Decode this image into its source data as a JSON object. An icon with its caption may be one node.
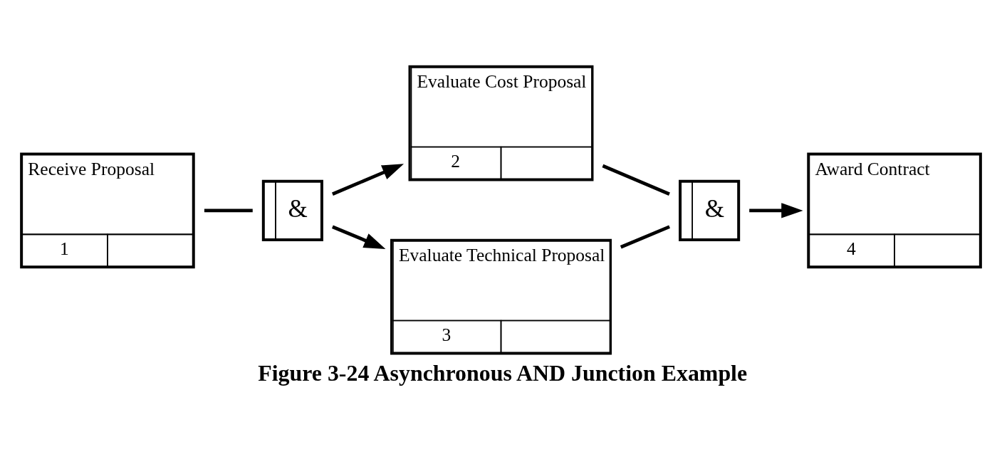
{
  "diagram": {
    "caption": "Figure 3-24 Asynchronous AND Junction Example",
    "nodes": [
      {
        "text": [
          "Receive Proposal",
          "1"
        ]
      },
      {
        "text": [
          "&"
        ]
      },
      {
        "text": [
          "Evaluate Cost Proposal",
          "2"
        ]
      },
      {
        "text": [
          "Evaluate Technical Proposal",
          "3"
        ]
      },
      {
        "text": [
          "&"
        ]
      },
      {
        "text": [
          "Award Contract",
          "4"
        ]
      }
    ],
    "edges": [
      {
        "from": 0,
        "to": 1,
        "arrow": "none"
      },
      {
        "from": 1,
        "to": 2,
        "arrow": "to"
      },
      {
        "from": 1,
        "to": 3,
        "arrow": "to"
      },
      {
        "from": 2,
        "to": 4,
        "arrow": "none"
      },
      {
        "from": 3,
        "to": 4,
        "arrow": "none"
      },
      {
        "from": 4,
        "to": 5,
        "arrow": "to"
      }
    ]
  }
}
